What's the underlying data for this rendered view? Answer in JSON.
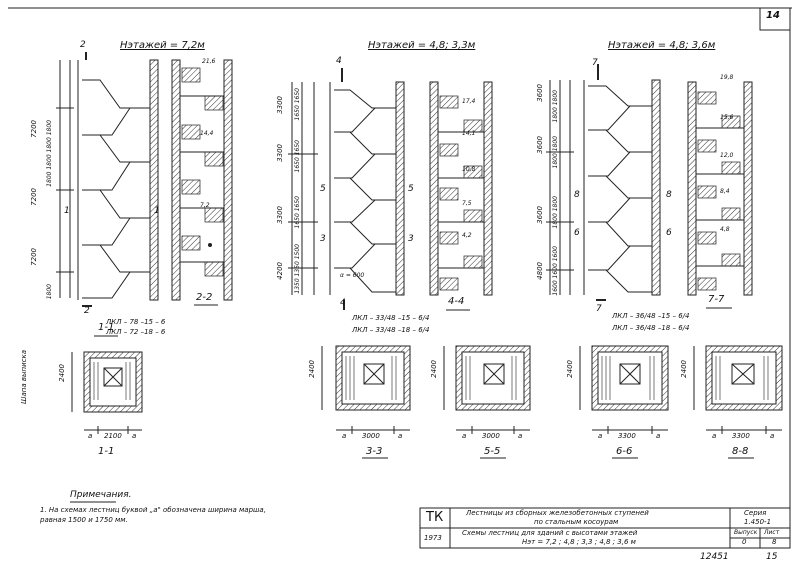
{
  "sheet": {
    "number": "14",
    "bottom_code": "12451",
    "bottom_page": "15",
    "margin_label": "Шапа выписка"
  },
  "headings": {
    "h1": "Нэтажей = 7,2м",
    "h2": "Нэтажей = 4,8; 3,3м",
    "h3": "Нэтажей = 4,8; 3,6м"
  },
  "section_labels": {
    "s11": "1-1",
    "s22": "2-2",
    "s33": "3-3",
    "s44": "4-4",
    "s55": "5-5",
    "s66": "6-6",
    "s77": "7-7",
    "s88": "8-8"
  },
  "cut_marks": {
    "c2": "2",
    "c1": "1",
    "c4": "4",
    "c5": "5",
    "c3": "3",
    "c7": "7",
    "c8": "8",
    "c6": "6"
  },
  "dims_left": {
    "d1": "7200",
    "d1b": "1800 1800 1800 1800",
    "d2": "7200",
    "d3": "7200",
    "d4": "1800"
  },
  "dims_mid": {
    "d1": "3300",
    "d2": "3300",
    "d3": "3300",
    "d4": "4200",
    "d1b": "1650 1650",
    "d2b": "1650 1650",
    "d3b": "1650 1650",
    "d4b": "1350 1350 1500"
  },
  "dims_right": {
    "d1": "3600",
    "d2": "3600",
    "d3": "3600",
    "d4": "4800",
    "d1b": "1800 1800",
    "d2b": "1800 1800",
    "d3b": "1800 1800",
    "d4b": "1600 1600 1600"
  },
  "levels_22": {
    "l1": "21,6",
    "l2": "14,4",
    "l3": "7,2"
  },
  "levels_44": {
    "l1": "17,4",
    "l2": "14,1",
    "l3": "10,8",
    "l4": "7,5",
    "l5": "4,2"
  },
  "levels_77": {
    "l1": "19,8",
    "l2": "15,6",
    "l3": "12,0",
    "l4": "8,4",
    "l5": "4,8"
  },
  "alpha_note": "α = 600",
  "mark_labels": {
    "m1": "ЛКЛ – 78 –15 – 6",
    "m2": "ЛКЛ – 72 –18 – 6",
    "m3": "ЛКЛ – 33/48 –15 – 6/4",
    "m4": "ЛКЛ – 33/48 –18 – 6/4",
    "m5": "ЛКЛ – 36/48 –15 – 6/4",
    "m6": "ЛКЛ – 36/48 –18 – 6/4"
  },
  "plan_dims": {
    "p1_h": "2400",
    "p1_w": "2100",
    "p3_h": "2400",
    "p3_w": "3000",
    "p5_h": "2400",
    "p5_w": "3000",
    "p6_h": "2400",
    "p6_w": "3300",
    "p8_h": "2400",
    "p8_w": "3300",
    "a": "а"
  },
  "notes": {
    "title": "Примечания.",
    "line1": "1. На схемах лестниц буквой „а\" обозначена ширина марша,",
    "line2": "равная 1500 и 1750 мм."
  },
  "title_block": {
    "tk": "ТК",
    "year": "1973",
    "desc1": "Лестницы из сборных железобетонных ступеней",
    "desc1b": "по стальным косоурам",
    "desc2": "Схемы лестниц для зданий с высотами этажей",
    "desc2b": "Нэт = 7,2 ;   4,8 ; 3,3 ;  4,8 ; 3,6 м",
    "series_label": "Серия",
    "series_value": "1.450-1",
    "issue_label": "Выпуск",
    "issue_value": "0",
    "sheet_label": "Лист",
    "sheet_value": "8"
  }
}
